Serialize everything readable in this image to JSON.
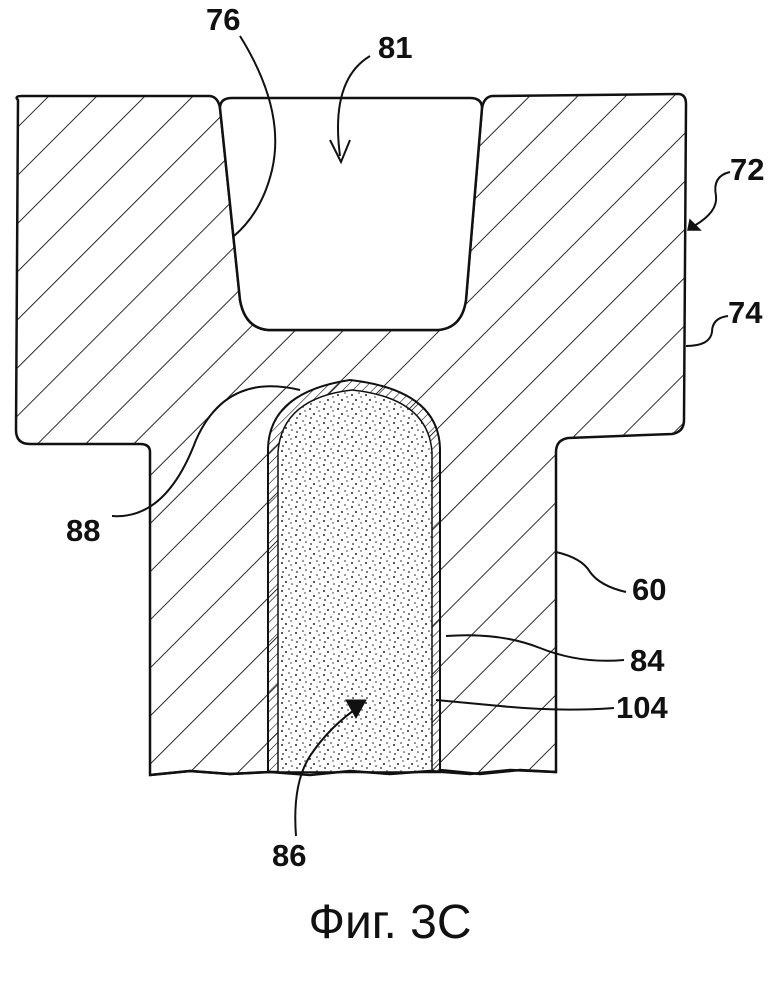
{
  "figure": {
    "caption": "Фиг. 3С",
    "labels": {
      "l76": "76",
      "l81": "81",
      "l72": "72",
      "l74": "74",
      "l88": "88",
      "l60": "60",
      "l84": "84",
      "l104": "104",
      "l86": "86"
    }
  }
}
